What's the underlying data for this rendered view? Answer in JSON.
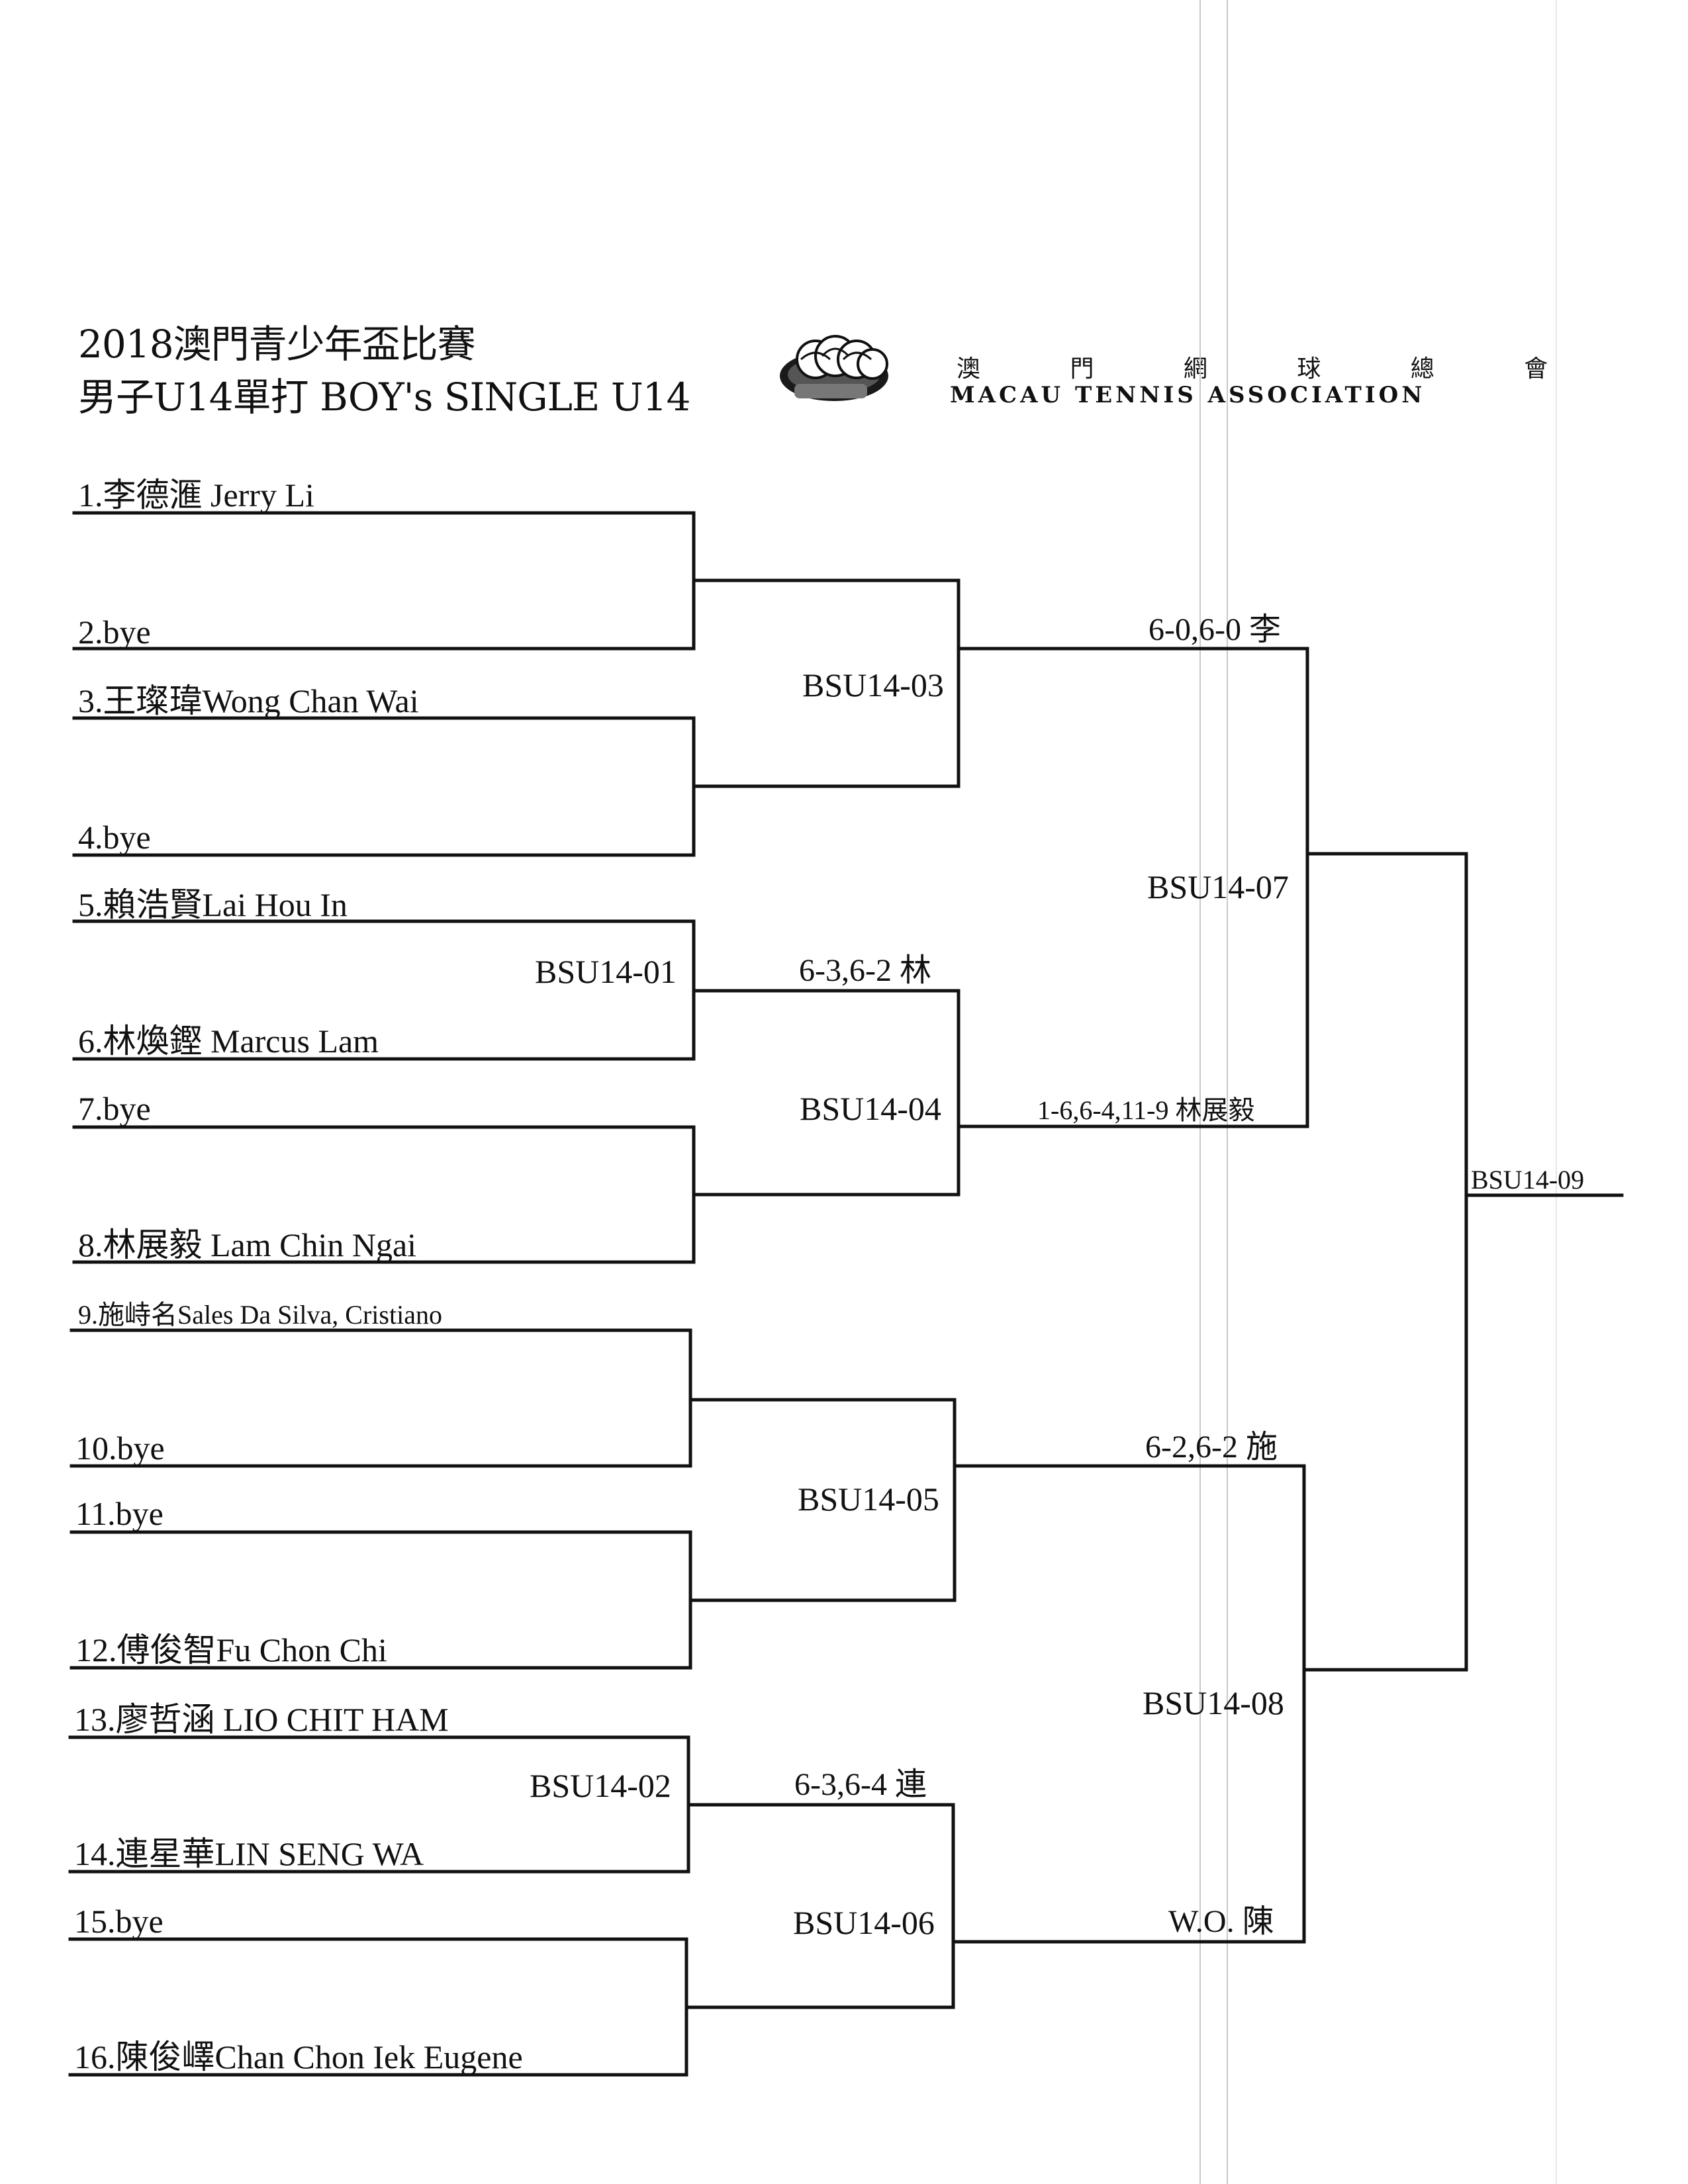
{
  "header": {
    "title_line1": "2018澳門青少年盃比賽",
    "title_line2": "男子U14單打 BOY's SINGLE U14",
    "org_chinese": "澳 門 網 球 總 會",
    "org_english": "MACAU  TENNIS  ASSOCIATION"
  },
  "players": [
    "1.李德滙 Jerry Li",
    "2.bye",
    "3.王璨瑋Wong Chan Wai",
    "4.bye",
    "5.賴浩賢Lai Hou In",
    "6.林煥鏗 Marcus Lam",
    "7.bye",
    "8.林展毅 Lam Chin Ngai",
    "9.施峙名Sales Da Silva, Cristiano",
    "10.bye",
    "11.bye",
    "12.傅俊智Fu Chon Chi",
    "13.廖哲涵 LIO CHIT HAM",
    "14.連星華LIN SENG WA",
    "15.bye",
    "16.陳俊嶧Chan Chon Iek Eugene"
  ],
  "matches": {
    "m01": "BSU14-01",
    "m02": "BSU14-02",
    "m03": "BSU14-03",
    "m04": "BSU14-04",
    "m05": "BSU14-05",
    "m06": "BSU14-06",
    "m07": "BSU14-07",
    "m08": "BSU14-08",
    "m09": "BSU14-09"
  },
  "scores": {
    "s01": "6-3,6-2 林",
    "s02": "6-3,6-4 連",
    "s03": "6-0,6-0 李",
    "s04": "1-6,6-4,11-9 林展毅",
    "s05": "6-2,6-2 施",
    "s06": "W.O. 陳"
  }
}
